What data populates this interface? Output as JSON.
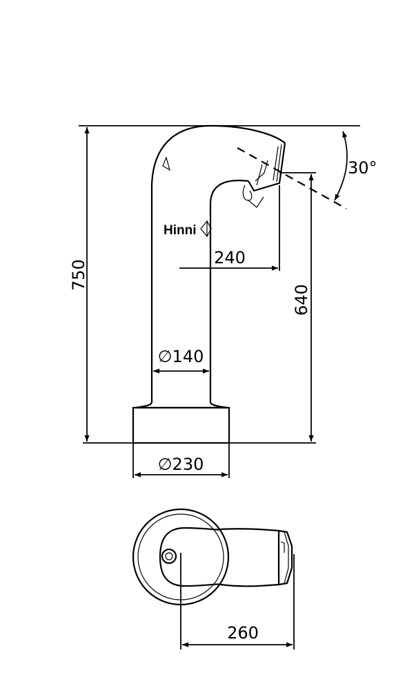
{
  "drawing": {
    "logo": "Hinni",
    "dimensions": {
      "overall_height": "750",
      "spout_height": "640",
      "reach": "240",
      "column_diameter": "∅140",
      "base_diameter": "∅230",
      "top_view_reach": "260",
      "tilt_angle": "30°"
    }
  }
}
